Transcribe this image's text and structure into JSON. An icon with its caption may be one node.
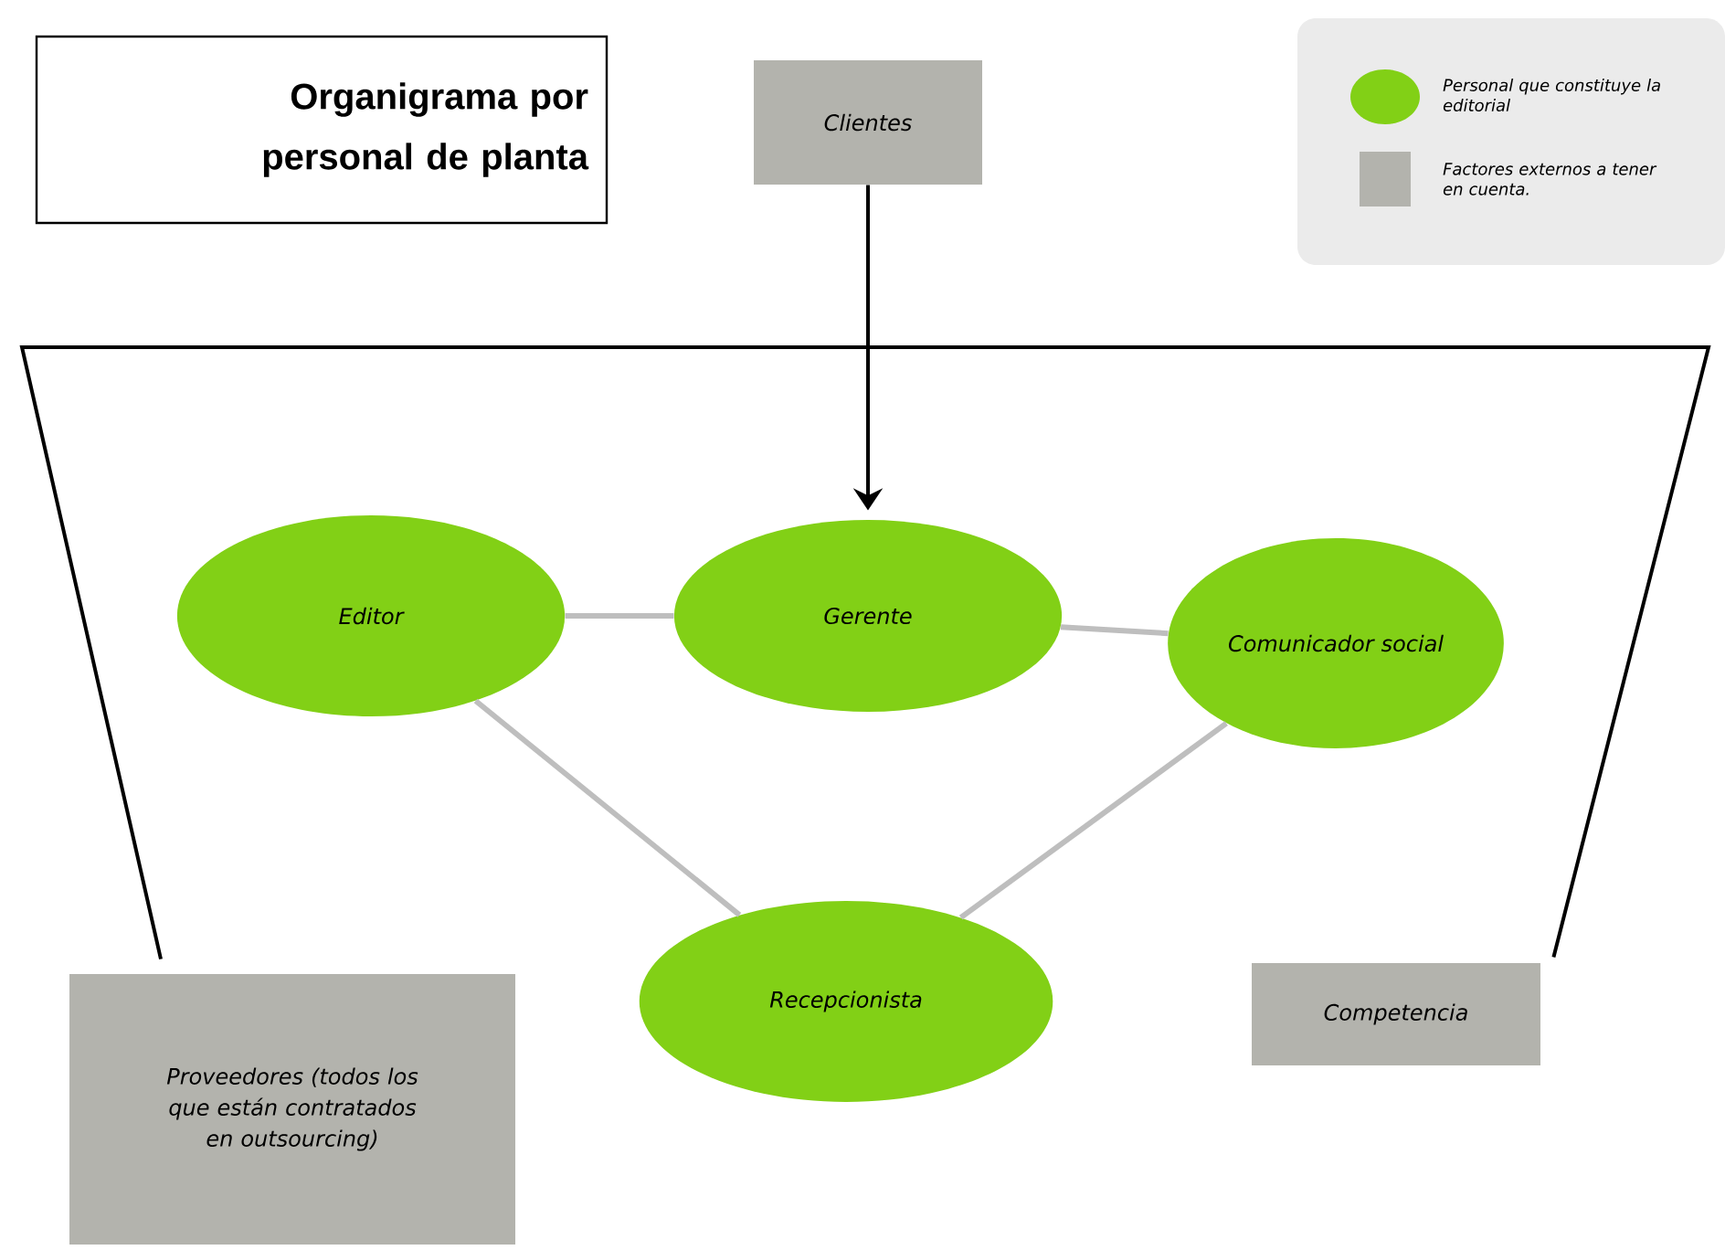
{
  "diagram": {
    "title": "Organigrama por personal de planta",
    "nodes": [
      {
        "text": [
          "Clientes"
        ]
      },
      {
        "text": [
          "Editor"
        ]
      },
      {
        "text": [
          "Gerente"
        ]
      },
      {
        "text": [
          "Comunicador social"
        ]
      },
      {
        "text": [
          "Recepcionista"
        ]
      },
      {
        "text": [
          "Proveedores (todos los que están contratados en outsourcing)"
        ]
      },
      {
        "text": [
          "Competencia"
        ]
      }
    ],
    "edges": [
      {
        "from": 0,
        "to": 2,
        "arrow": "to",
        "color": "#000000"
      },
      {
        "from": 1,
        "to": 2,
        "arrow": "none"
      },
      {
        "from": 2,
        "to": 3,
        "arrow": "none"
      },
      {
        "from": 1,
        "to": 4,
        "arrow": "none"
      },
      {
        "from": 4,
        "to": 3,
        "arrow": "none"
      },
      {
        "from": 5,
        "to": 6,
        "arrow": "none",
        "color": "#000000"
      }
    ],
    "legend": [
      {
        "text": "Personal que constituye la editorial",
        "color": "#82d016"
      },
      {
        "text": "Factores externos a tener en cuenta.",
        "color": "#b3b3ad"
      }
    ]
  }
}
